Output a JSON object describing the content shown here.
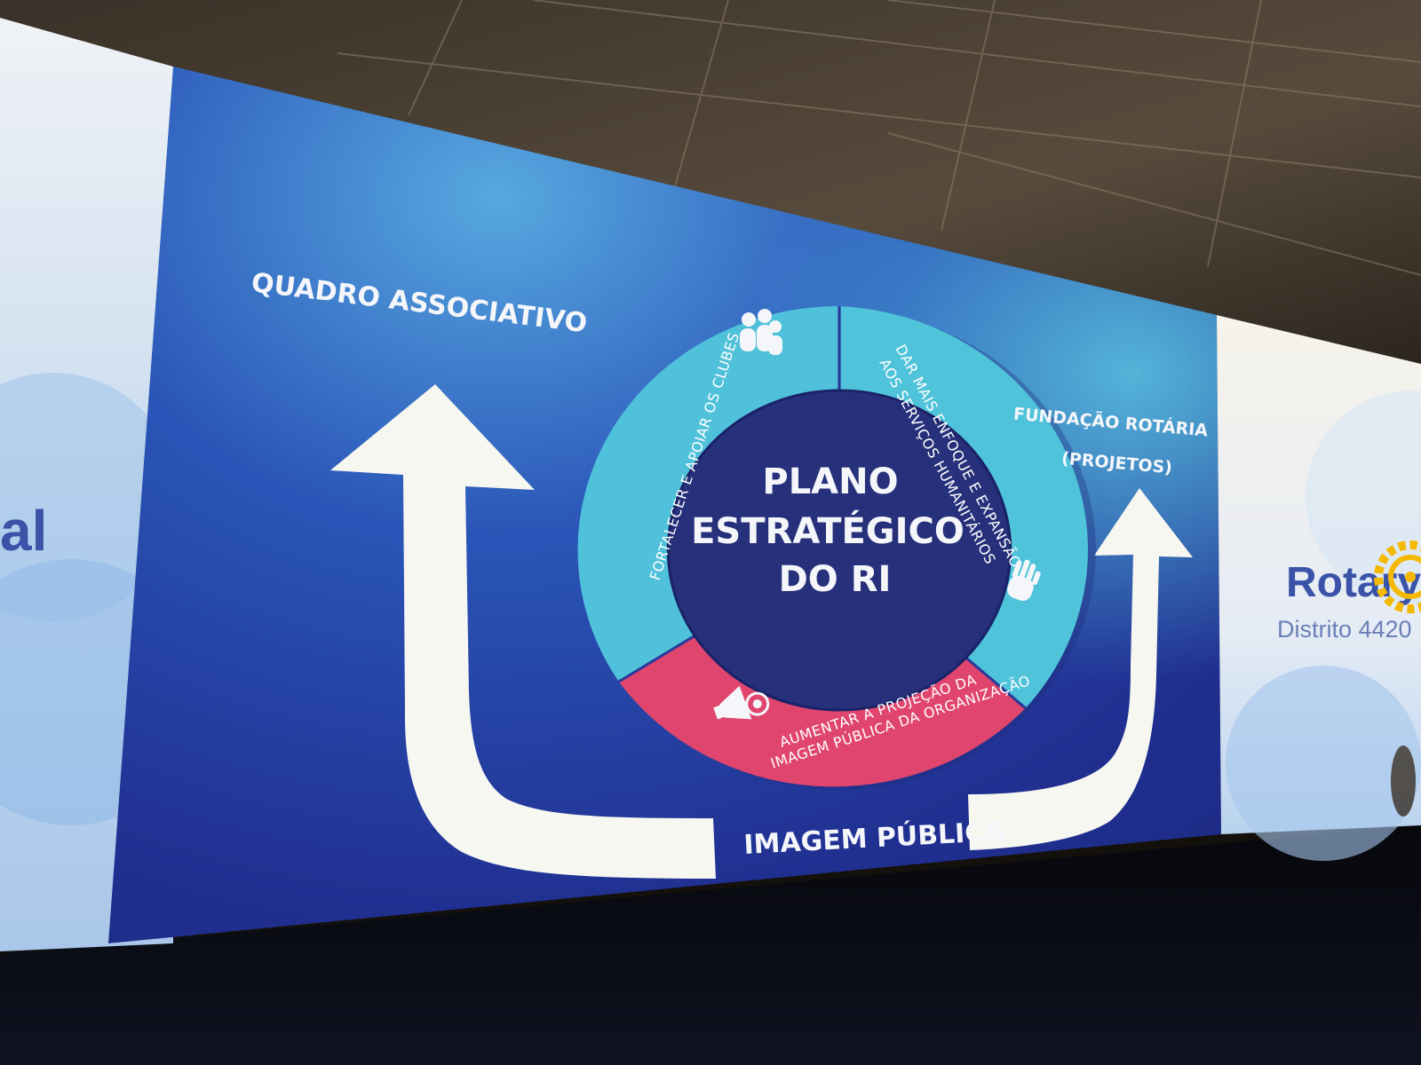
{
  "slide": {
    "label_top_left": "QUADRO ASSOCIATIVO",
    "label_right_line1": "FUNDAÇÃO ROTÁRIA",
    "label_right_line2": "(PROJETOS)",
    "label_bottom": "IMAGEM PÚBLICA",
    "center_line1": "PLANO",
    "center_line2": "ESTRATÉGICO",
    "center_line3": "DO RI",
    "segment_left": "FORTALECER E APOIAR OS CLUBES",
    "segment_right_line1": "DAR MAIS ENFOQUE E EXPANSÃO",
    "segment_right_line2": "AOS SERVIÇOS HUMANITÁRIOS",
    "segment_bottom_line1": "AUMENTAR A PROJEÇÃO DA",
    "segment_bottom_line2": "IMAGEM PÚBLICA DA ORGANIZAÇÃO",
    "icons": [
      "people-icon",
      "hand-icon",
      "megaphone-icon"
    ]
  },
  "banner_left": {
    "partial_text": "al"
  },
  "banner_right": {
    "brand": "Rotary",
    "district": "Distrito 4420",
    "icons": [
      "rotary-wheel-icon"
    ]
  },
  "colors": {
    "slide_blue": "#1e3a9c",
    "ring_cyan": "#4fc3d9",
    "ring_pink": "#e0456e",
    "center_navy": "#27307a",
    "rotary_blue": "#3a53a8",
    "rotary_gold": "#f5b800"
  }
}
